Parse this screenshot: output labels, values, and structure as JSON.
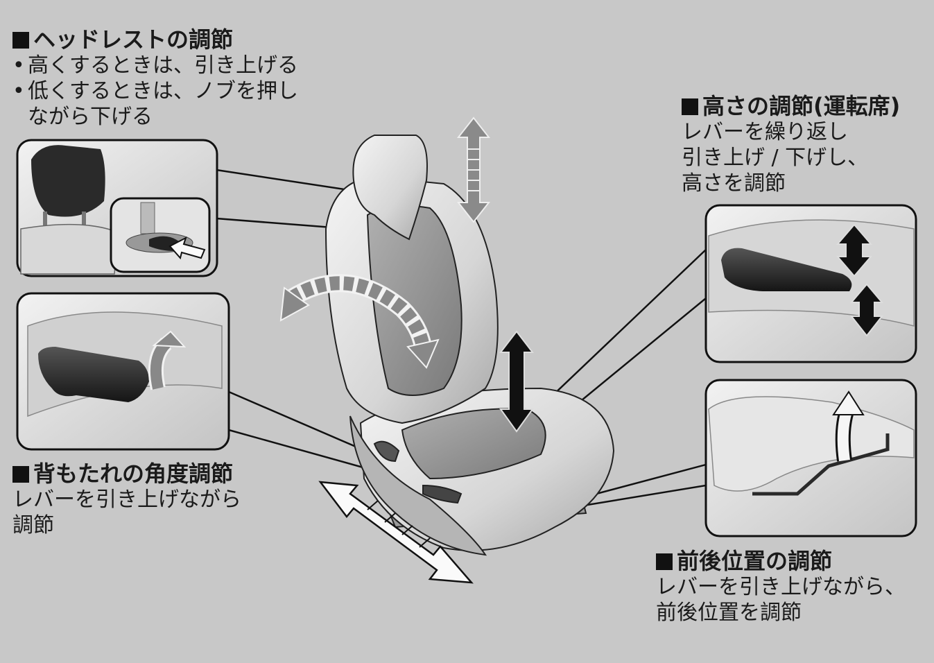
{
  "headrest": {
    "title": "ヘッドレストの調節",
    "bullet1": "高くするときは、引き上げる",
    "bullet2": "低くするときは、ノブを押し",
    "bullet2_cont": "ながら下げる"
  },
  "height": {
    "title": "高さの調節(運転席)",
    "line1": "レバーを繰り返し",
    "line2": "引き上げ / 下げし、",
    "line3": "高さを調節"
  },
  "recline": {
    "title": "背もたれの角度調節",
    "line1": "レバーを引き上げながら",
    "line2": "調節"
  },
  "slide": {
    "title": "前後位置の調節",
    "line1": "レバーを引き上げながら、",
    "line2": "前後位置を調節"
  },
  "colors": {
    "background": "#c8c8c8",
    "seat_light": "#e6e6e6",
    "seat_mid": "#bdbdbd",
    "seat_dark": "#8c8c8c",
    "lever": "#2a2a2a",
    "outline": "#111111"
  }
}
